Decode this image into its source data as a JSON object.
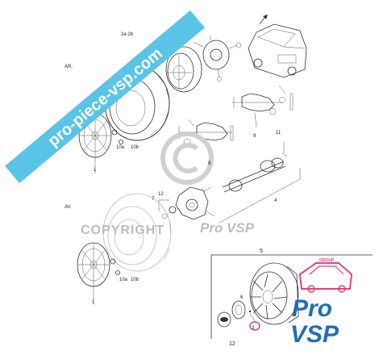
{
  "labels": {
    "ar": "AR.",
    "av": "AV.",
    "l2a2b": "2a  2b",
    "l10a_top": "10a",
    "l10b_top": "10b",
    "l10a_bot": "10a",
    "l10b_bot": "10b",
    "l1_top": "1",
    "l1_bot": "1",
    "l5": "5",
    "l7": "7",
    "l8": "8",
    "l9": "9",
    "l11": "11",
    "l12_top": "12",
    "l12_bot": "12",
    "l4": "4",
    "l3": "3",
    "l6": "6"
  },
  "banner": {
    "text": "pro-piece-vsp.com"
  },
  "watermark": {
    "copyright": "COPYRIGHT",
    "brand": "Pro VSP",
    "symbol": "©"
  },
  "logo": {
    "line1": "Pro",
    "line2": "VSP",
    "group": "GROUP"
  },
  "colors": {
    "banner": "#59c4e6",
    "logo_pink": "#e8427a",
    "logo_blue": "#1e6fb5",
    "highlight": "#e8427a"
  }
}
